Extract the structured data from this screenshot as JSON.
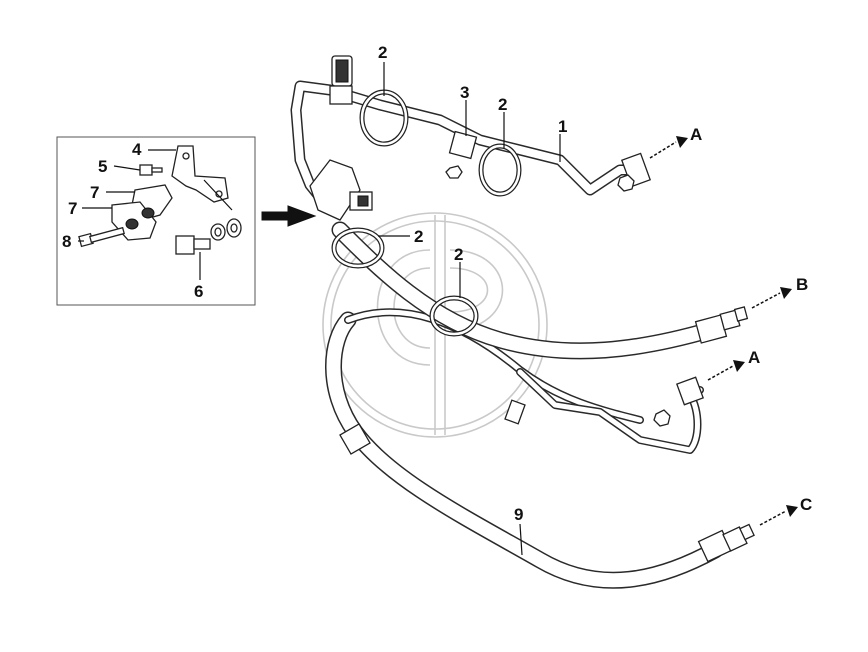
{
  "callouts": {
    "n1": "1",
    "n2a": "2",
    "n2b": "2",
    "n2c": "2",
    "n2d": "2",
    "n3": "3",
    "n4": "4",
    "n5": "5",
    "n6": "6",
    "n7a": "7",
    "n7b": "7",
    "n8": "8",
    "n9": "9"
  },
  "connections": {
    "a_top": "A",
    "b": "B",
    "a_mid": "A",
    "c": "C"
  },
  "colors": {
    "line": "#2a2a2a",
    "background": "#ffffff",
    "watermark": "#c9c9c9"
  }
}
